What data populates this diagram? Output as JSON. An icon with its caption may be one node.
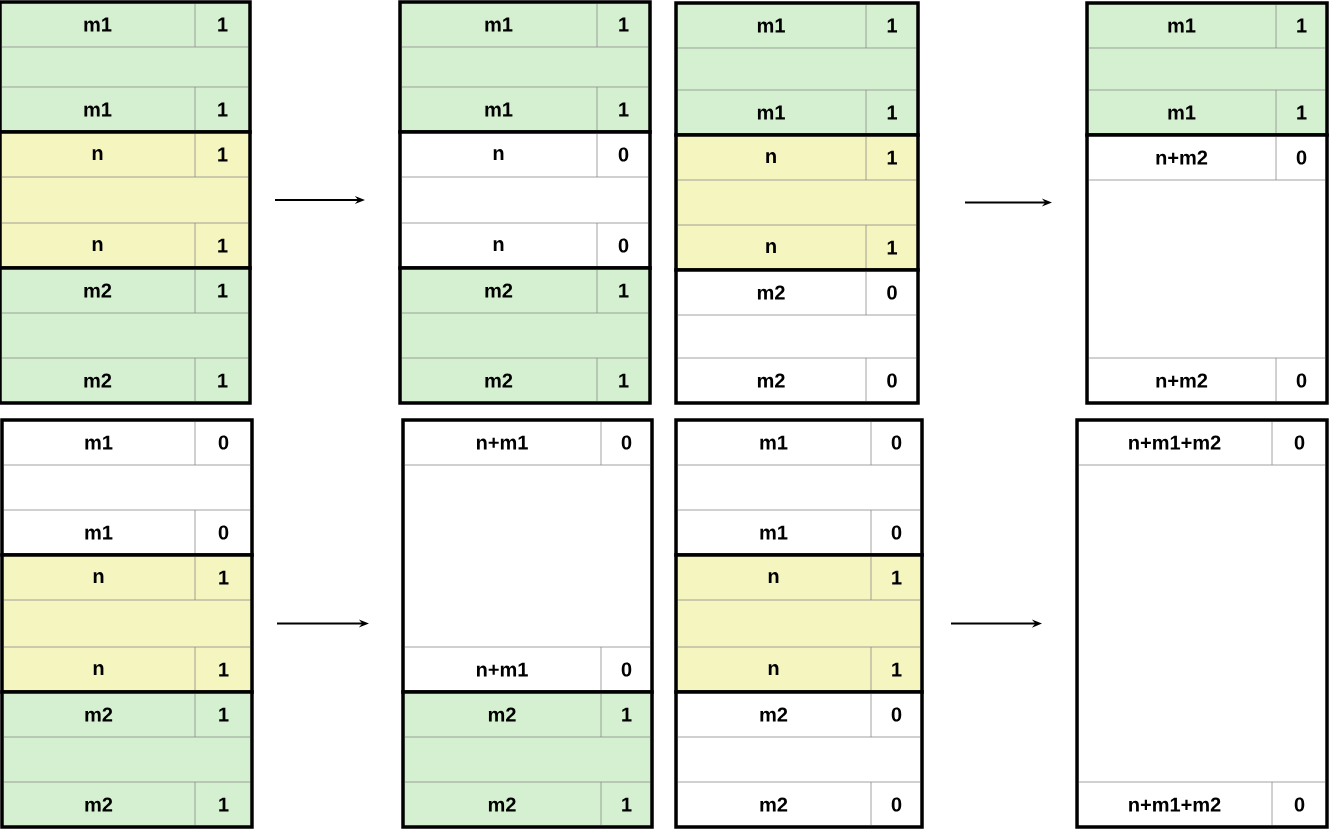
{
  "diagram": {
    "nodes": [
      {
        "text": [
          "m1",
          "1",
          "m1",
          "1"
        ]
      },
      {
        "text": [
          "n",
          "1",
          "n",
          "1"
        ]
      },
      {
        "text": [
          "m2",
          "1",
          "m2",
          "1"
        ]
      },
      {
        "text": [
          "m1",
          "1",
          "m1",
          "1"
        ]
      },
      {
        "text": [
          "n",
          "0",
          "n",
          "0"
        ]
      },
      {
        "text": [
          "m2",
          "1",
          "m2",
          "1"
        ]
      },
      {
        "text": [
          "m1",
          "1",
          "m1",
          "1"
        ]
      },
      {
        "text": [
          "n",
          "1",
          "n",
          "1"
        ]
      },
      {
        "text": [
          "m2",
          "0",
          "m2",
          "0"
        ]
      },
      {
        "text": [
          "m1",
          "1",
          "m1",
          "1"
        ]
      },
      {
        "text": [
          "n+m2",
          "0",
          "n+m2",
          "0"
        ]
      },
      {
        "text": [
          "m1",
          "0",
          "m1",
          "0"
        ]
      },
      {
        "text": [
          "n",
          "1",
          "n",
          "1"
        ]
      },
      {
        "text": [
          "m2",
          "1",
          "m2",
          "1"
        ]
      },
      {
        "text": [
          "n+m1",
          "0",
          "n+m1",
          "0"
        ]
      },
      {
        "text": [
          "m2",
          "1",
          "m2",
          "1"
        ]
      },
      {
        "text": [
          "m1",
          "0",
          "m1",
          "0"
        ]
      },
      {
        "text": [
          "n",
          "1",
          "n",
          "1"
        ]
      },
      {
        "text": [
          "m2",
          "0",
          "m2",
          "0"
        ]
      },
      {
        "text": [
          "n+m1+m2",
          "0",
          "n+m1+m2",
          "0"
        ]
      }
    ],
    "edges": [
      {
        "from": 1,
        "to": 4,
        "arrow": "to"
      },
      {
        "from": 7,
        "to": 10,
        "arrow": "to"
      },
      {
        "from": 12,
        "to": 14,
        "arrow": "to"
      },
      {
        "from": 17,
        "to": 19,
        "arrow": "to"
      }
    ]
  }
}
